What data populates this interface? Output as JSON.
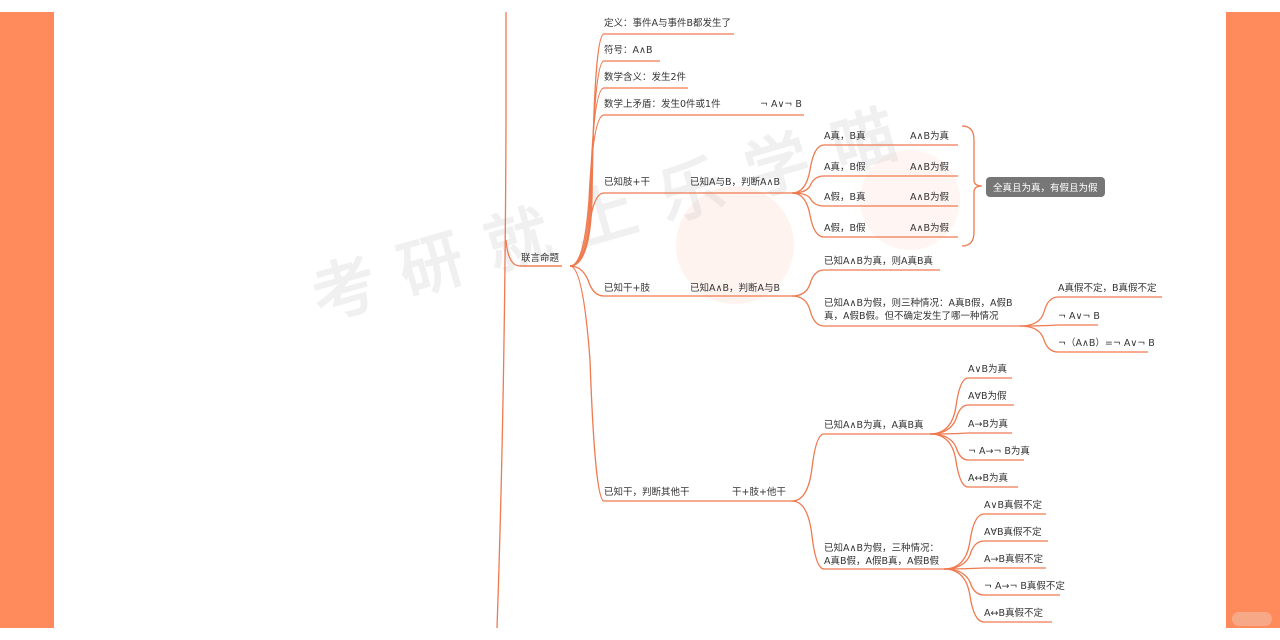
{
  "root": "联言命题",
  "branches": {
    "definition": "定义：事件A与事件B都发生了",
    "symbol": "符号：A∧B",
    "math_meaning": "数学含义：发生2件",
    "math_contradiction": "数学上矛盾：发生0件或1件",
    "math_contradiction_formula": "¬ A∨¬ B"
  },
  "given_limbs": {
    "label": "已知肢+干",
    "sub": "已知A与B，判断A∧B",
    "cases": [
      {
        "condition": "A真，B真",
        "result": "A∧B为真"
      },
      {
        "condition": "A真，B假",
        "result": "A∧B为假"
      },
      {
        "condition": "A假，B真",
        "result": "A∧B为假"
      },
      {
        "condition": "A假，B假",
        "result": "A∧B为假"
      }
    ],
    "summary": "全真且为真，有假且为假"
  },
  "given_trunk": {
    "label": "已知干+肢",
    "sub": "已知A∧B，判断A与B",
    "true_case": "已知A∧B为真，则A真B真",
    "false_case": "已知A∧B为假，则三种情况：A真B假，A假B真，A假B假。但不确定发生了哪一种情况",
    "false_outcomes": [
      "A真假不定，B真假不定",
      "¬ A∨¬ B",
      "¬（A∧B）=¬ A∨¬ B"
    ]
  },
  "given_other": {
    "label": "已知干，判断其他干",
    "sub": "干+肢+他干",
    "true_case": {
      "label": "已知A∧B为真，A真B真",
      "items": [
        "A∨B为真",
        "A∀B为假",
        "A→B为真",
        "¬ A→¬ B为真",
        "A↔B为真"
      ]
    },
    "false_case": {
      "label": "已知A∧B为假，三种情况：A真B假，A假B真，A假B假",
      "items": [
        "A∨B真假不定",
        "A∀B真假不定",
        "A→B真假不定",
        "¬ A→¬ B真假不定",
        "A↔B真假不定"
      ]
    }
  },
  "watermark": "考研就上乐学喵",
  "colors": {
    "line": "#ef7a50",
    "accent": "#ff8a5b",
    "summary_bg": "#767676"
  }
}
